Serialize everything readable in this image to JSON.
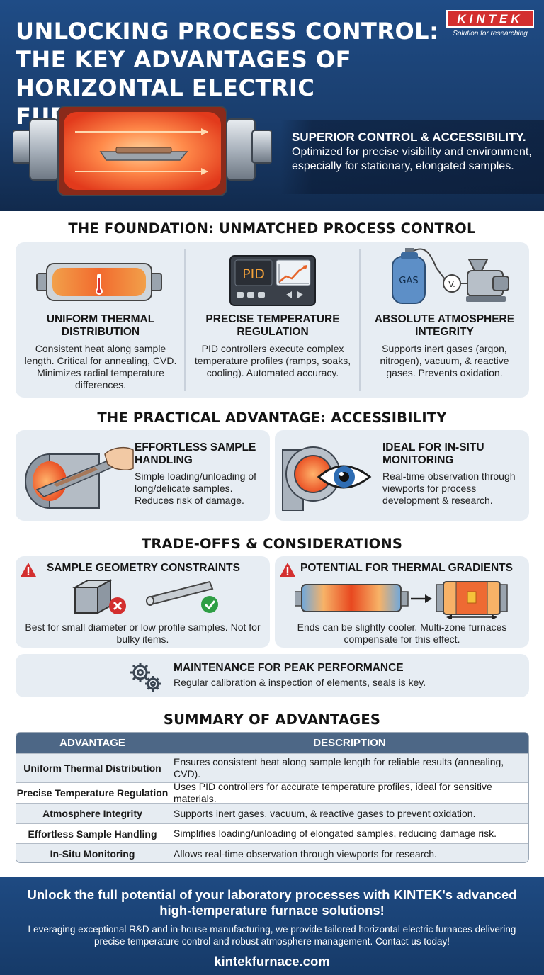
{
  "header": {
    "title": "UNLOCKING PROCESS CONTROL: THE KEY ADVANTAGES OF HORIZONTAL ELECTRIC FURNACES",
    "logo_text": "KINTEK",
    "logo_tagline": "Solution for researching",
    "hero_heading": "SUPERIOR CONTROL & ACCESSIBILITY.",
    "hero_text": "Optimized for precise visibility and environment, especially for stationary, elongated samples."
  },
  "foundation": {
    "title": "THE FOUNDATION: UNMATCHED PROCESS CONTROL",
    "items": [
      {
        "heading": "UNIFORM THERMAL DISTRIBUTION",
        "text": "Consistent heat along sample length. Critical for annealing, CVD. Minimizes radial temperature differences.",
        "icon": "heated-tube-icon"
      },
      {
        "heading": "PRECISE TEMPERATURE REGULATION",
        "text": "PID controllers execute complex temperature profiles (ramps, soaks, cooling). Automated accuracy.",
        "icon": "pid-controller-icon",
        "icon_label": "PID"
      },
      {
        "heading": "ABSOLUTE ATMOSPHERE INTEGRITY",
        "text": "Supports inert gases (argon, nitrogen), vacuum, & reactive gases. Prevents oxidation.",
        "icon": "gas-vacuum-icon",
        "icon_label": "GAS",
        "valve_label": "V."
      }
    ]
  },
  "accessibility": {
    "title": "THE PRACTICAL ADVANTAGE: ACCESSIBILITY",
    "items": [
      {
        "heading": "EFFORTLESS SAMPLE HANDLING",
        "text": "Simple loading/unloading of long/delicate samples. Reduces risk of damage.",
        "icon": "sample-loading-icon"
      },
      {
        "heading": "IDEAL FOR IN-SITU MONITORING",
        "text": "Real-time observation through viewports for process development & research.",
        "icon": "viewport-eye-icon"
      }
    ]
  },
  "tradeoffs": {
    "title": "TRADE-OFFS & CONSIDERATIONS",
    "items": [
      {
        "heading": "SAMPLE GEOMETRY CONSTRAINTS",
        "text": "Best for small diameter or low profile samples. Not for bulky items.",
        "icon": "warning-icon"
      },
      {
        "heading": "POTENTIAL FOR THERMAL GRADIENTS",
        "text": "Ends can be slightly cooler. Multi-zone furnaces compensate for this effect.",
        "icon": "warning-icon"
      }
    ],
    "maintenance": {
      "heading": "MAINTENANCE FOR PEAK PERFORMANCE",
      "text": "Regular calibration & inspection of elements, seals is key.",
      "icon": "gears-icon"
    }
  },
  "summary": {
    "title": "SUMMARY OF ADVANTAGES",
    "columns": [
      "ADVANTAGE",
      "DESCRIPTION"
    ],
    "rows": [
      [
        "Uniform Thermal Distribution",
        "Ensures consistent heat along sample length for reliable results (annealing, CVD)."
      ],
      [
        "Precise Temperature Regulation",
        "Uses PID controllers for accurate temperature profiles, ideal for sensitive materials."
      ],
      [
        "Atmosphere Integrity",
        "Supports inert gases, vacuum, & reactive gases to prevent oxidation."
      ],
      [
        "Effortless Sample Handling",
        "Simplifies loading/unloading of elongated samples, reducing damage risk."
      ],
      [
        "In-Situ Monitoring",
        "Allows real-time observation through viewports for research."
      ]
    ]
  },
  "footer": {
    "heading": "Unlock the full potential of your laboratory processes with KINTEK's advanced high-temperature furnace solutions!",
    "text": "Leveraging exceptional R&D and in-house manufacturing, we provide tailored horizontal electric furnaces delivering precise temperature control and robust atmosphere management. Contact us today!",
    "url": "kintekfurnace.com"
  },
  "colors": {
    "header_blue": "#1f4c86",
    "card_bg": "#e7edf3",
    "table_header": "#4d6786",
    "accent_red": "#d32f2f",
    "heat_orange": "#f26a2e",
    "check_green": "#2e9e44"
  }
}
